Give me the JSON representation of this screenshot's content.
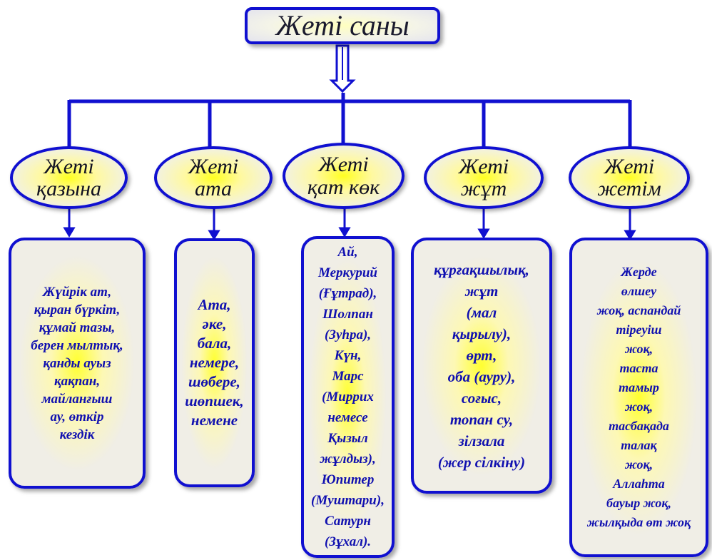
{
  "diagram": {
    "title": "Жеті саны",
    "colors": {
      "border": "#1010d0",
      "text": "#1010b0",
      "accent": "#ffff20"
    },
    "branches": [
      {
        "heading_line1": "Жеті",
        "heading_line2": "қазына",
        "content": "Жүйрік ат,\nқыран бүркіт,\nқұмай тазы,\nберен мылтық,\nқанды ауыз\nқақпан,\nмайланғыш\nау, өткір\nкездік"
      },
      {
        "heading_line1": "Жеті",
        "heading_line2": "ата",
        "content": "Ата,\nәке,\nбала,\nнемере,\nшөбере,\nшөпшек,\nнемене"
      },
      {
        "heading_line1": "Жеті",
        "heading_line2": "қат көк",
        "content": "Ай,\nМеркурий\n(Ғұтрад),\nШолпан\n(Зуһра),\nКүн,\nМарс\n(Миррих\nнемесе\nҚызыл\nжұлдыз),\nЮпитер\n(Муштари),\nСатурн\n(Зұхал)."
      },
      {
        "heading_line1": "Жеті",
        "heading_line2": "жұт",
        "content": "құрғақшылық,\nжұт\n(мал\nқырылу),\nөрт,\nоба (ауру),\nсоғыс,\nтопан су,\nзілзала\n(жер сілкіну)"
      },
      {
        "heading_line1": "Жеті",
        "heading_line2": "жетім",
        "content": "Жерде\nөлшеу\nжоқ, аспандай\nтіреуіш\nжоқ,\nтаста\nтамыр\nжоқ,\nтасбақада\nталақ\nжоқ,\nАллаһта\nбауыр жоқ,\nжылқыда өт жоқ"
      }
    ]
  }
}
